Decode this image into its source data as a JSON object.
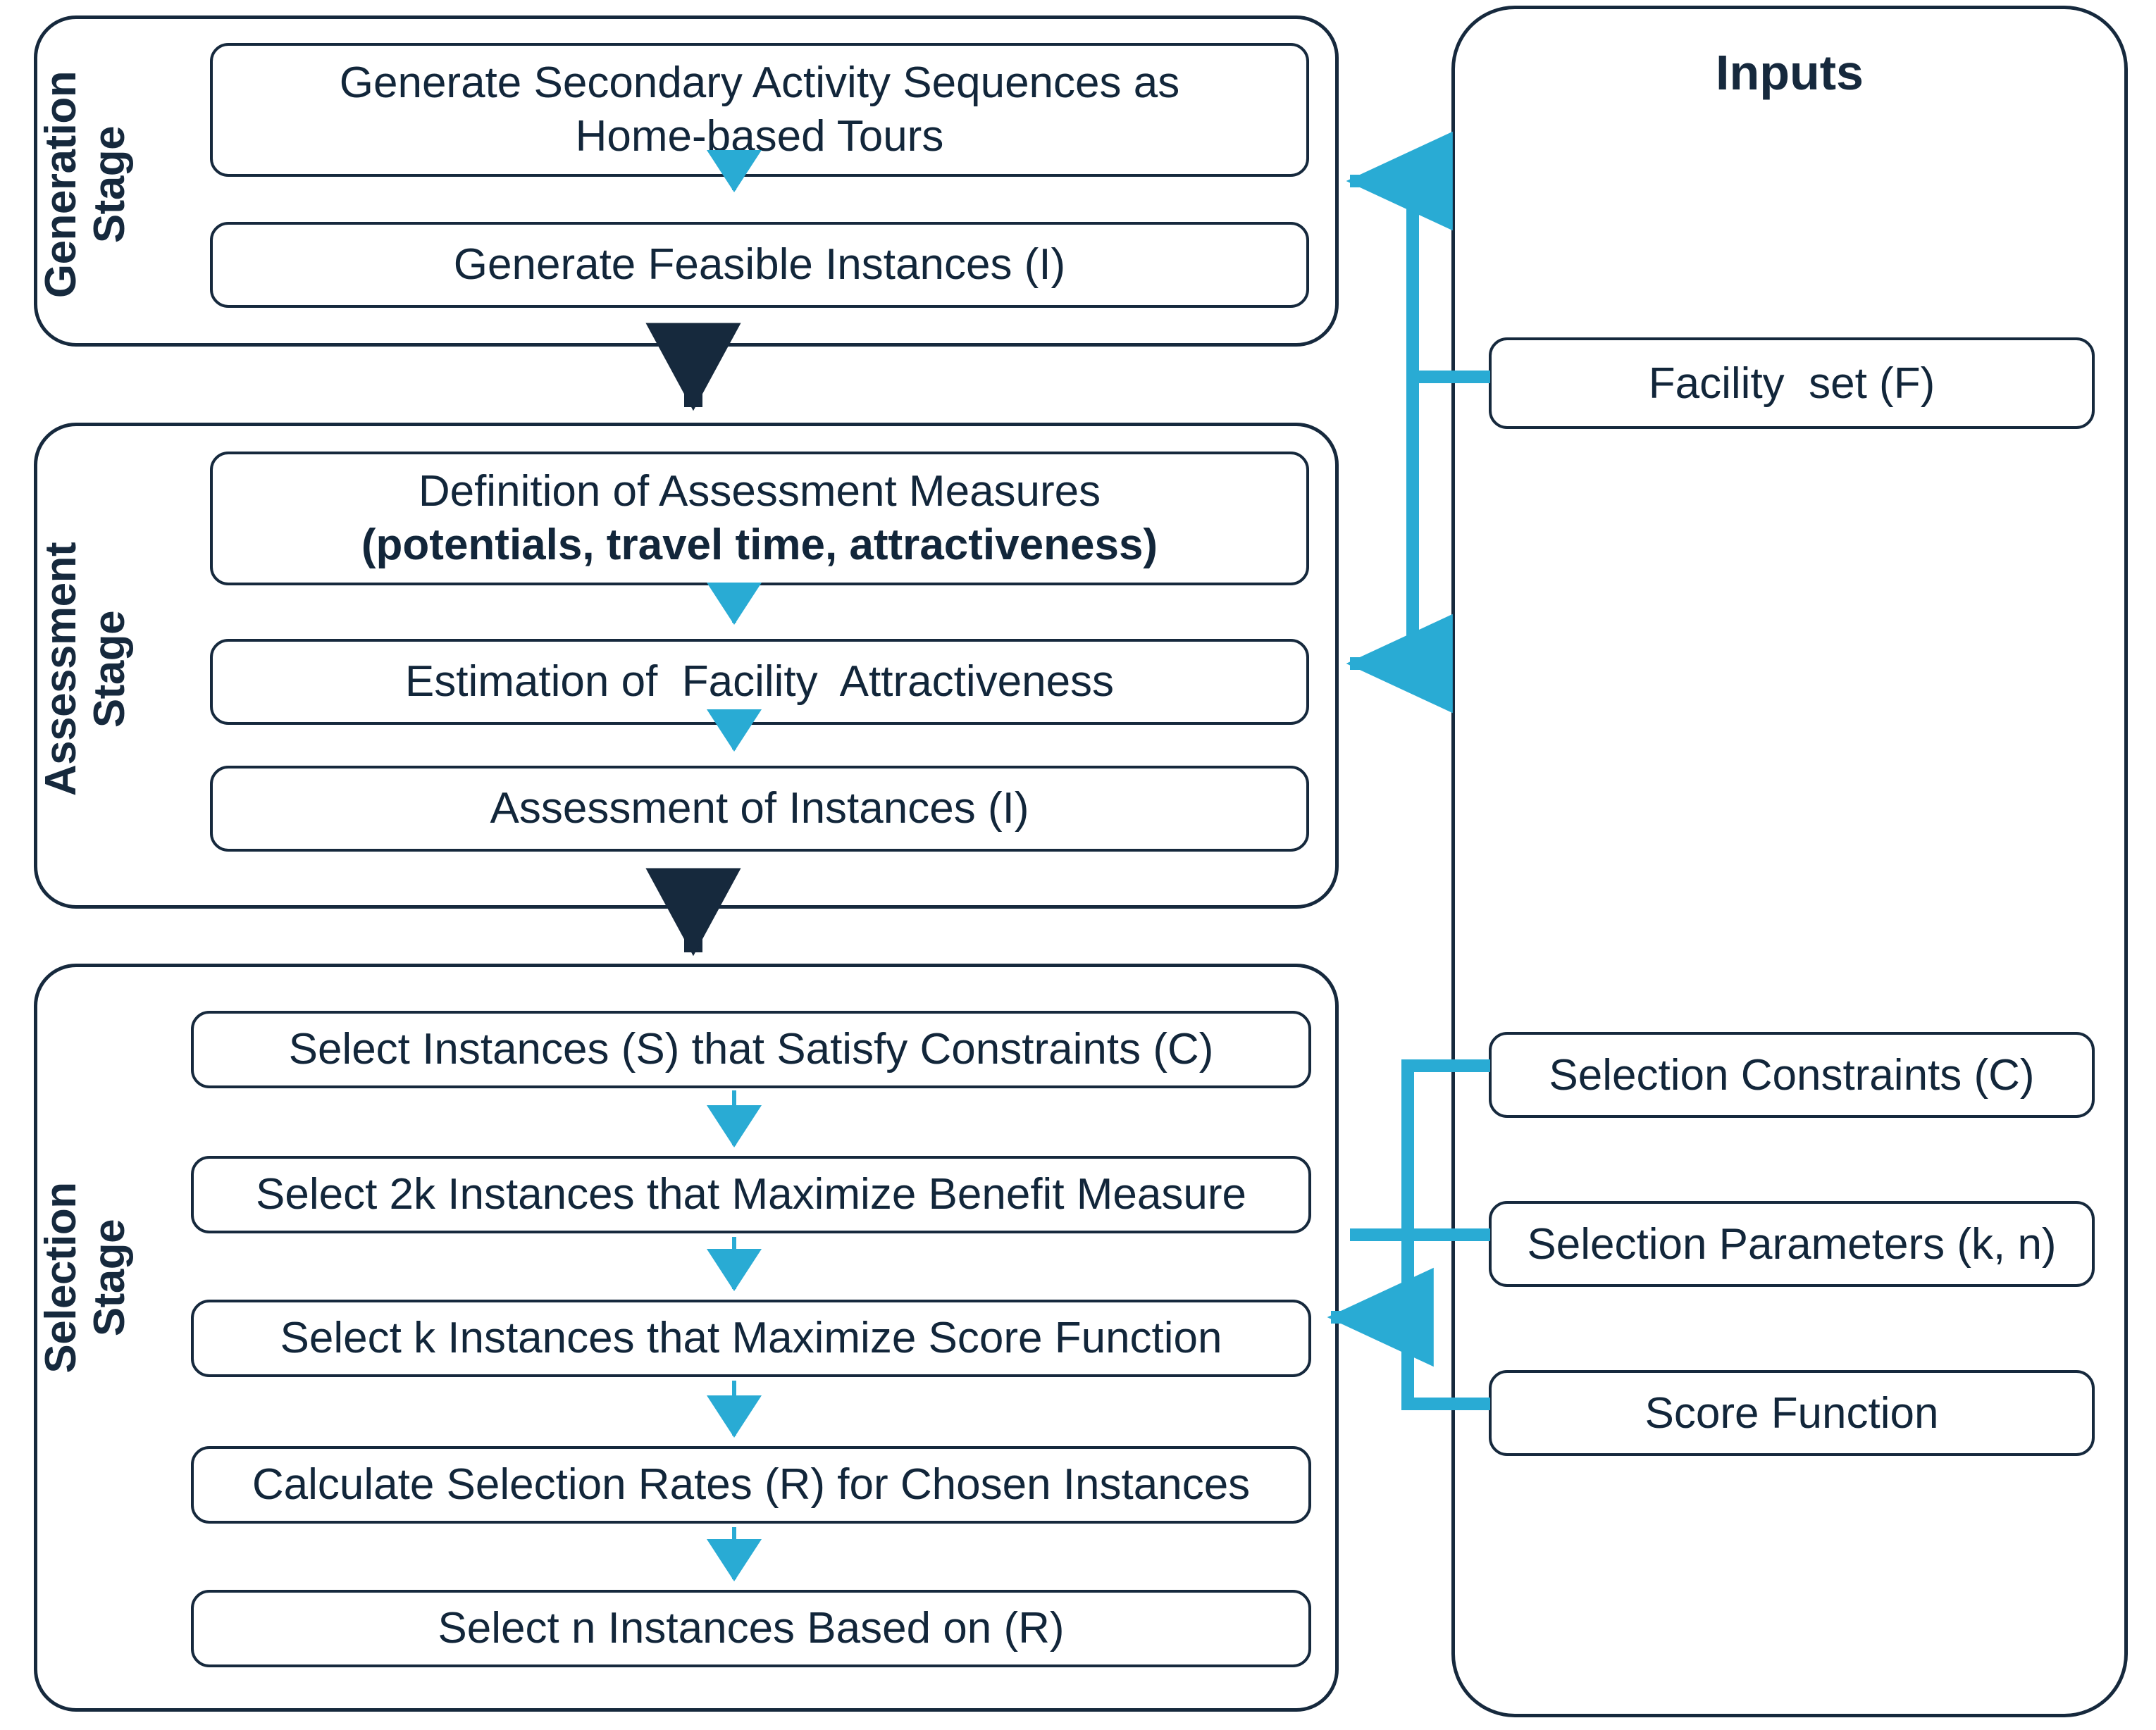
{
  "colors": {
    "ink": "#16293d",
    "text": "#12263a",
    "accent_cyan": "#29abd4",
    "arrow_dark": "#16293d",
    "background": "#ffffff"
  },
  "stages": [
    {
      "id": "generation",
      "label": "Generation\nStage",
      "steps": [
        {
          "id": "gen-secondary-activity-sequences",
          "text": "Generate Secondary Activity Sequences as\nHome-based Tours"
        },
        {
          "id": "gen-feasible-instances",
          "text": "Generate Feasible Instances (I)"
        }
      ]
    },
    {
      "id": "assessment",
      "label": "Assessment\nStage",
      "steps": [
        {
          "id": "definition-of-assessment-measures",
          "line1": "Definition of Assessment Measures",
          "line2": "(potentials, travel time, attractiveness)"
        },
        {
          "id": "estimation-of-facility-attractiveness",
          "text": "Estimation of  Facility  Attractiveness"
        },
        {
          "id": "assessment-of-instances",
          "text": "Assessment of Instances (I)"
        }
      ]
    },
    {
      "id": "selection",
      "label": "Selection\nStage",
      "steps": [
        {
          "id": "select-instances-satisfy-constraints",
          "text": "Select Instances (S) that Satisfy Constraints (C)"
        },
        {
          "id": "select-2k-instances-benefit-measure",
          "text": "Select 2k Instances that Maximize Benefit Measure"
        },
        {
          "id": "select-k-instances-score-function",
          "text": "Select k Instances that Maximize Score Function"
        },
        {
          "id": "calculate-selection-rates",
          "text": "Calculate Selection Rates (R) for Chosen Instances"
        },
        {
          "id": "select-n-instances-based-on-r",
          "text": "Select n Instances Based on (R)"
        }
      ]
    }
  ],
  "inputs": {
    "title": "Inputs",
    "items": [
      {
        "id": "facility-set",
        "text": "Facility  set (F)"
      },
      {
        "id": "selection-constraints",
        "text": "Selection Constraints (C)"
      },
      {
        "id": "selection-parameters",
        "text": "Selection Parameters (k, n)"
      },
      {
        "id": "score-function",
        "text": "Score Function"
      }
    ]
  },
  "connectors": {
    "inner_arrow_color": "#29abd4",
    "stage_arrow_color": "#16293d",
    "input_wire_color": "#29abd4",
    "notes": [
      "Facility set (F) feeds Generation Stage and Assessment Stage",
      "Selection Constraints (C), Selection Parameters (k, n) and Score Function feed Selection Stage"
    ]
  }
}
